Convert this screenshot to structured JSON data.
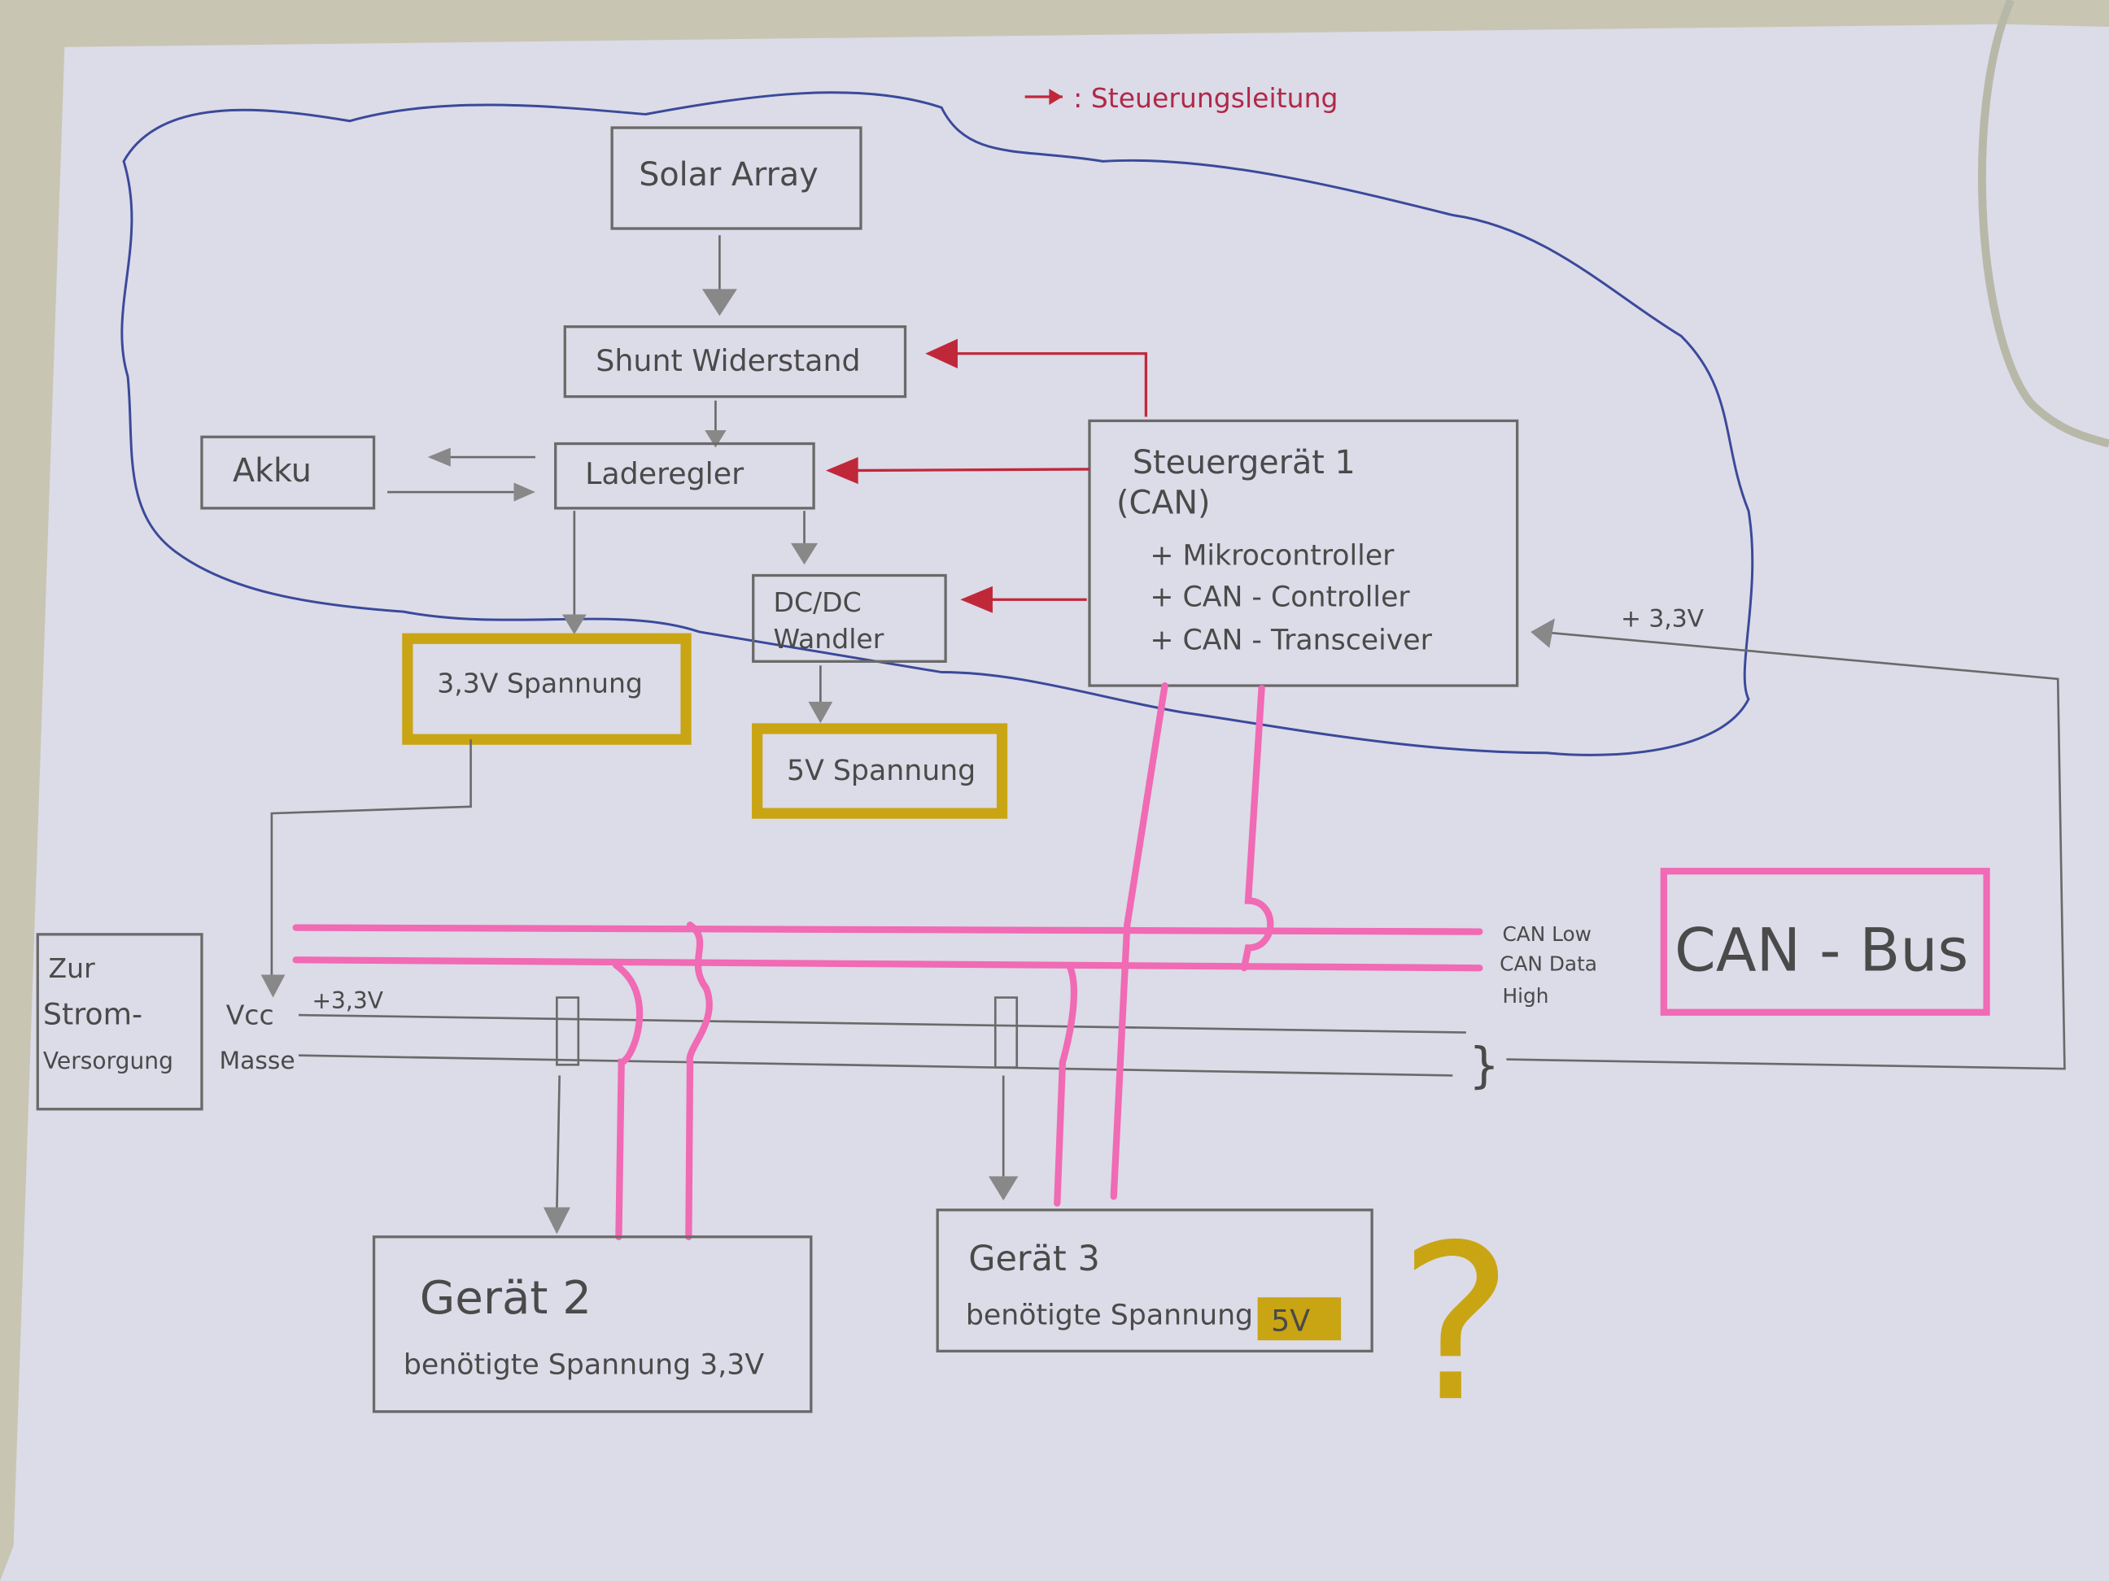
{
  "legend": {
    "label": ": Steuerungsleitung",
    "color": "#c0283a"
  },
  "blocks": {
    "solar": "Solar Array",
    "shunt": "Shunt Widerstand",
    "akku": "Akku",
    "laderegler": "Laderegler",
    "dcdc_1": "DC/DC",
    "dcdc_2": "Wandler",
    "steuergeraet_title": "Steuergerät 1",
    "steuergeraet_sub": "(CAN)",
    "steuergeraet_items": [
      "+ Mikrocontroller",
      "+ CAN - Controller",
      "+ CAN - Transceiver"
    ],
    "spannung33": "3,3V Spannung",
    "spannung5": "5V Spannung",
    "strom_1": "Zur",
    "strom_2": "Strom-",
    "strom_3": "Versorgung",
    "geraet2_title": "Gerät 2",
    "geraet2_sub": "benötigte Spannung 3,3V",
    "geraet3_title": "Gerät 3",
    "geraet3_sub": "benötigte Spannung",
    "geraet3_volt": "5V",
    "canbus": "CAN - Bus"
  },
  "labels": {
    "vcc": "Vcc",
    "masse": "Masse",
    "plus33_left": "+3,3V",
    "plus33_right": "+ 3,3V",
    "can_low": "CAN Low",
    "can_data": "CAN Data",
    "high": "High",
    "question": "?"
  },
  "colors": {
    "paper": "#dcdbe8",
    "can_line": "#f06ab4",
    "highlight": "#c9a514",
    "cloud": "#3a4a9a"
  }
}
